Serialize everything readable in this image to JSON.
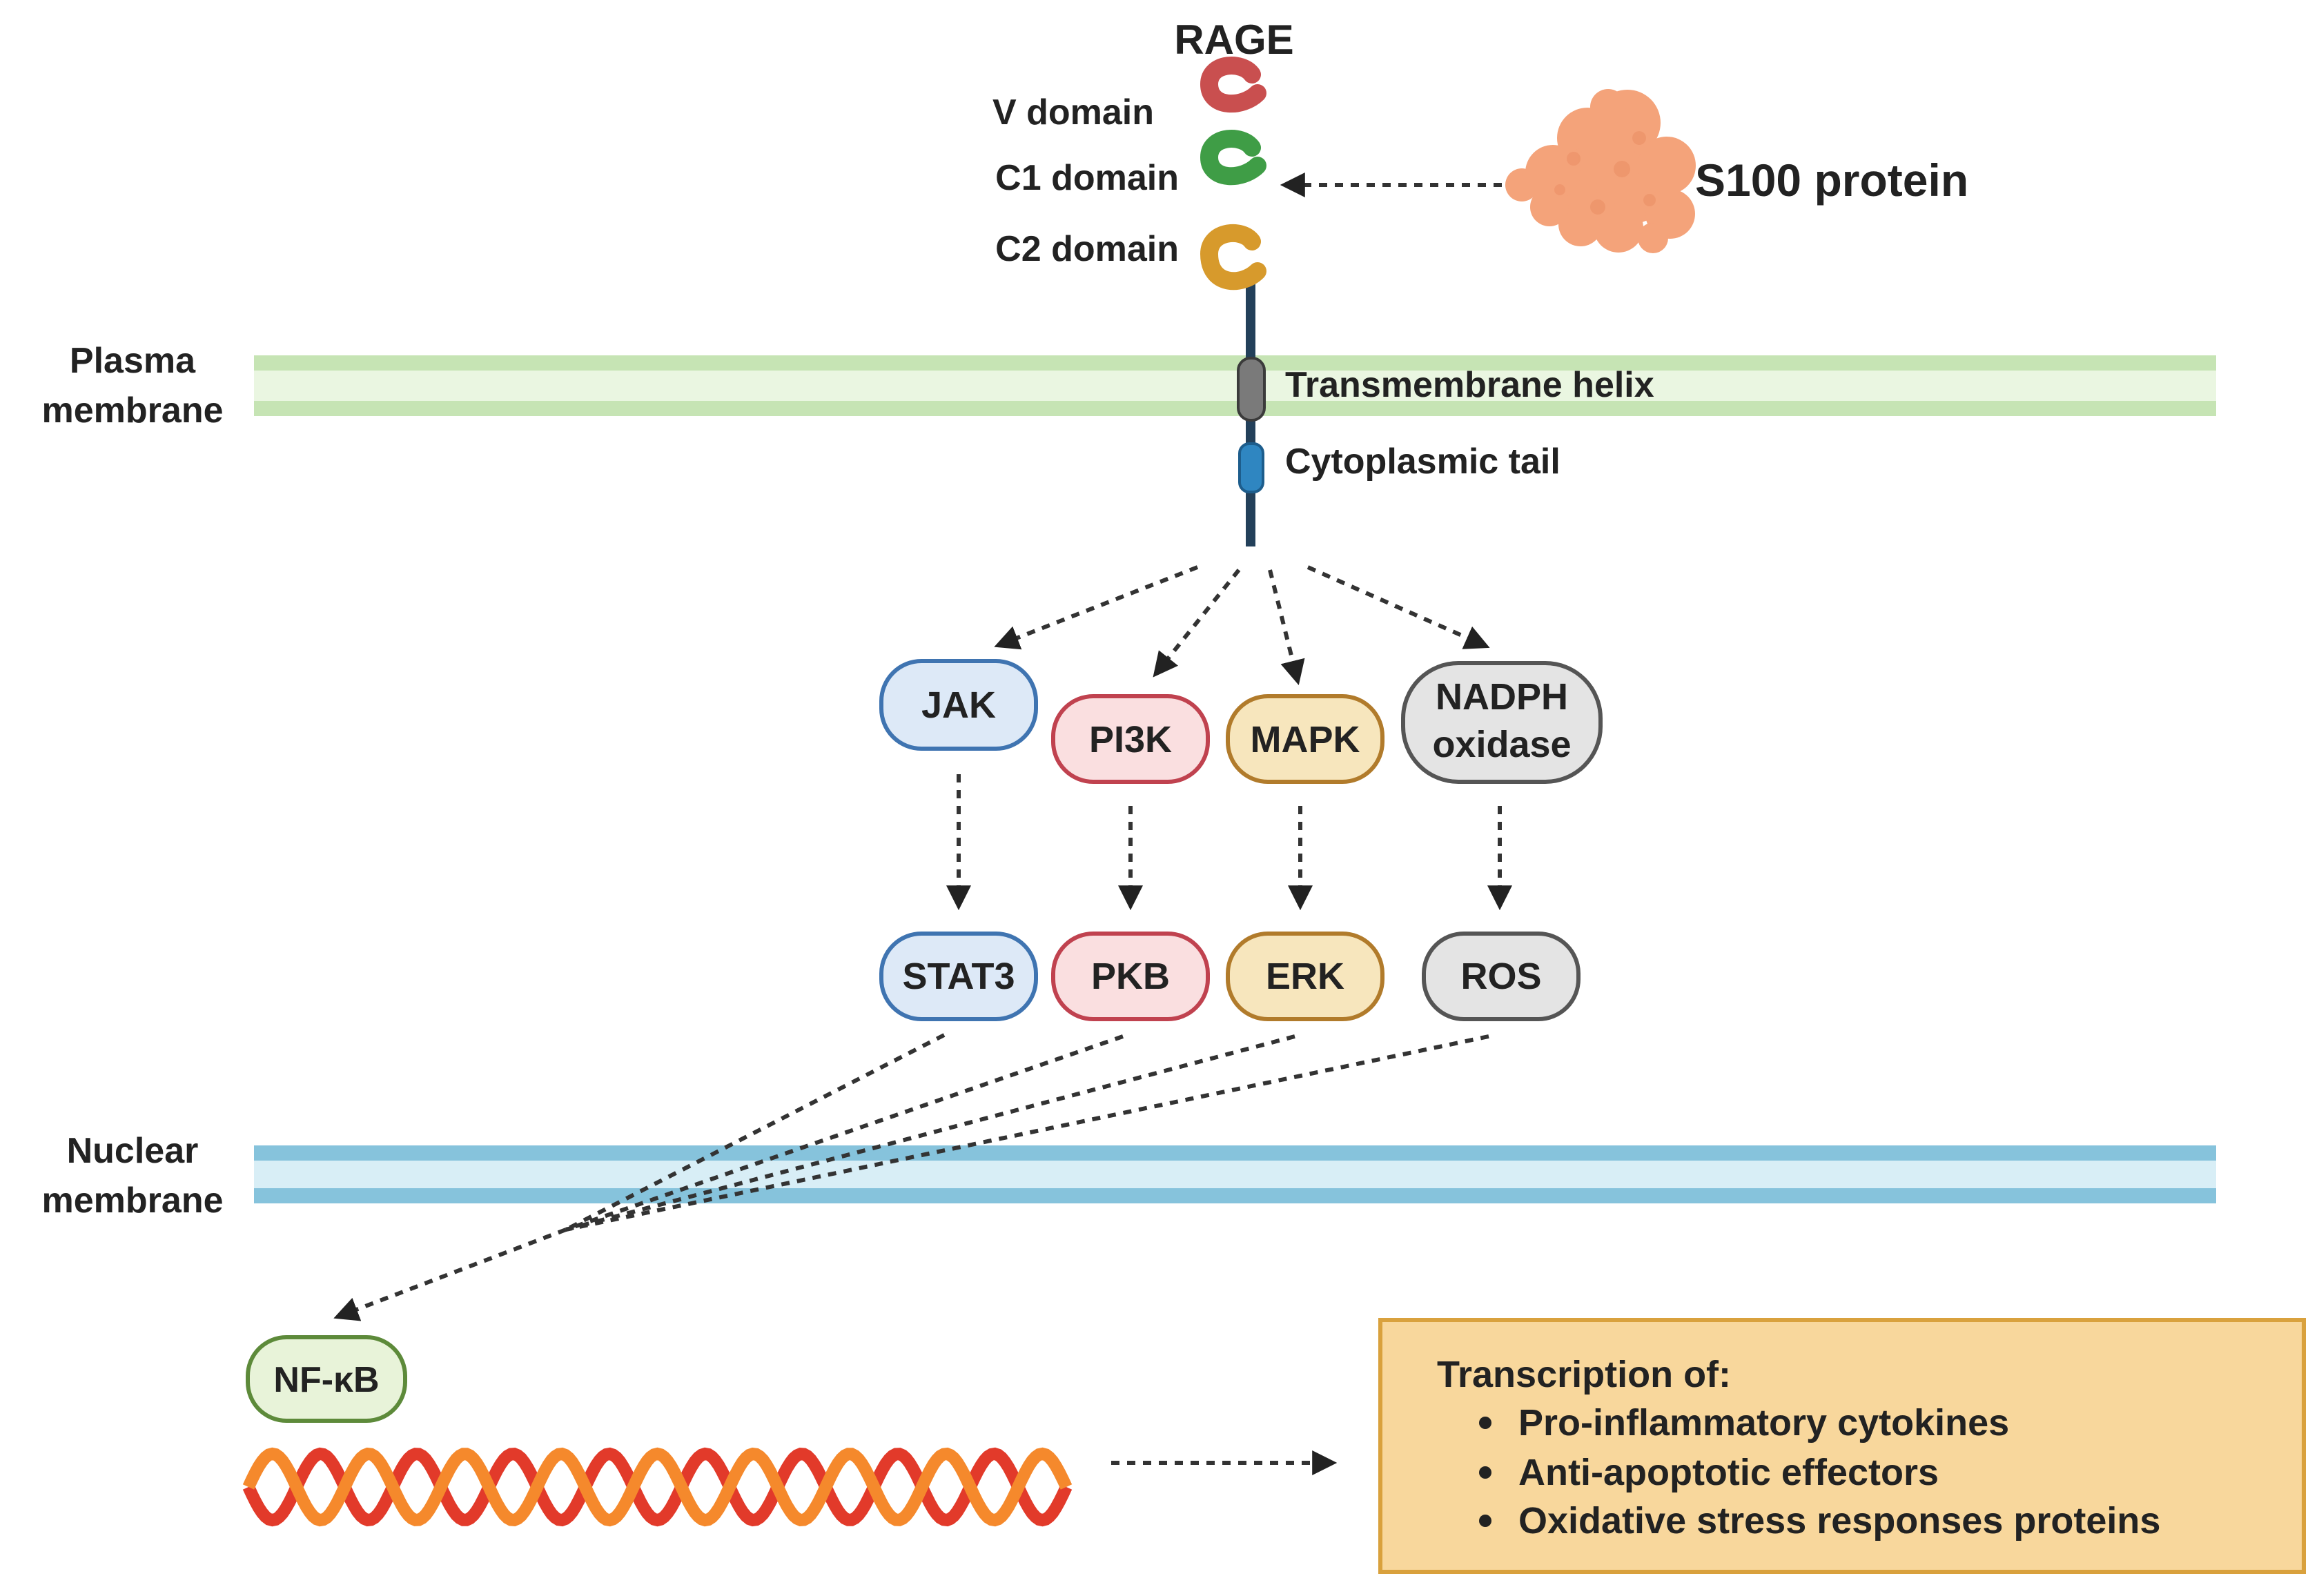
{
  "receptor": {
    "title": "RAGE",
    "domains": [
      {
        "label": "V domain",
        "color": "#c94f4f"
      },
      {
        "label": "C1 domain",
        "color": "#3f9d46"
      },
      {
        "label": "C2 domain",
        "color": "#d79a2c"
      }
    ],
    "transmembrane_label": "Transmembrane helix",
    "tail_label": "Cytoplasmic tail"
  },
  "ligand": {
    "label": "S100 protein",
    "color": "#f4a37a"
  },
  "membranes": {
    "plasma": {
      "line1": "Plasma",
      "line2": "membrane",
      "color": "#c6e4b4"
    },
    "nuclear": {
      "line1": "Nuclear",
      "line2": "membrane",
      "color": "#86c3dc"
    }
  },
  "pathways": [
    {
      "upstream": "JAK",
      "downstream": "STAT3",
      "fill": "#dde9f7",
      "stroke": "#3f74b1"
    },
    {
      "upstream": "PI3K",
      "downstream": "PKB",
      "fill": "#fadfe0",
      "stroke": "#c0424f"
    },
    {
      "upstream": "MAPK",
      "downstream": "ERK",
      "fill": "#f7e6bd",
      "stroke": "#b17b2b"
    },
    {
      "upstream_line1": "NADPH",
      "upstream_line2": "oxidase",
      "downstream": "ROS",
      "fill": "#e4e4e4",
      "stroke": "#555555"
    }
  ],
  "transcription_factor": {
    "label": "NF-κB",
    "fill": "#e8f3d9",
    "stroke": "#5d8a3a"
  },
  "dna": {
    "strand1_color": "#e23a2a",
    "strand2_color": "#f5892c"
  },
  "outcome": {
    "title": "Transcription of:",
    "items": [
      "Pro-inflammatory cytokines",
      "Anti-apoptotic effectors",
      "Oxidative stress responses proteins"
    ],
    "fill": "#f8d79c",
    "stroke": "#d9a13d"
  }
}
